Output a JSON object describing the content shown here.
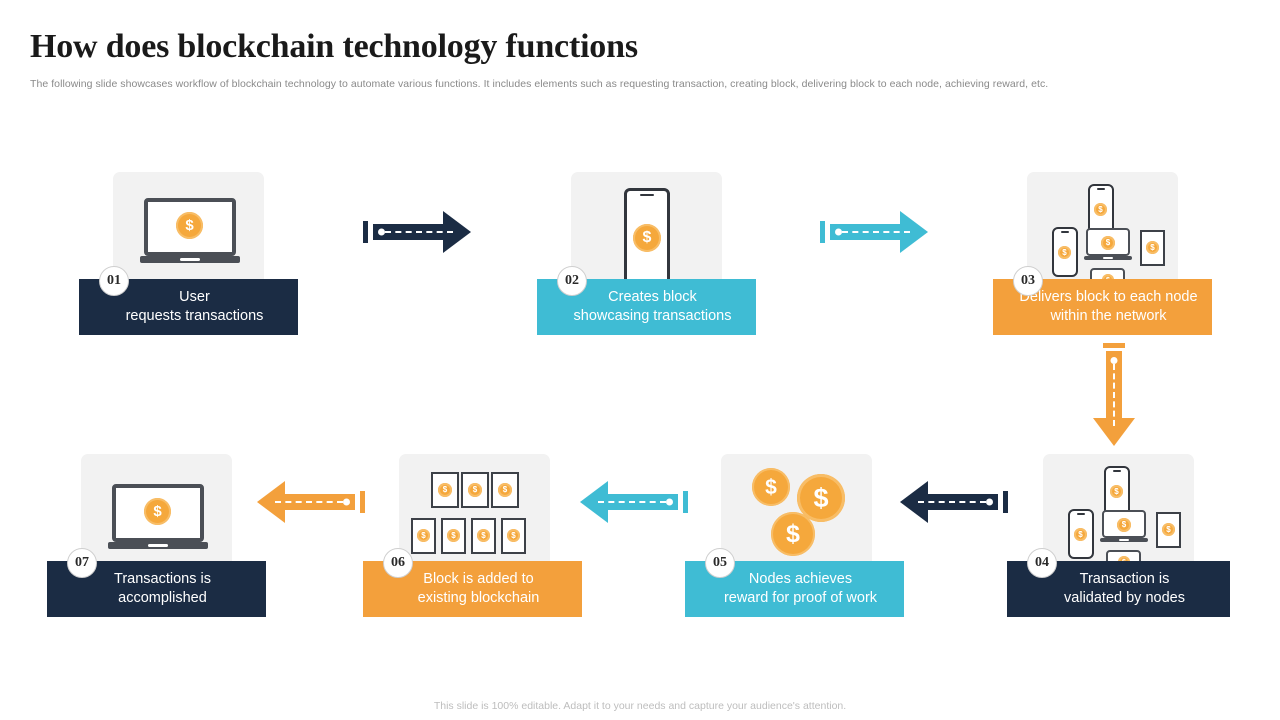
{
  "header": {
    "title": "How does blockchain technology functions",
    "subtitle": "The following slide showcases workflow of blockchain technology to automate various functions. It includes elements such as requesting transaction, creating block, delivering block to each node, achieving reward, etc."
  },
  "colors": {
    "navy": "#1b2c44",
    "cyan": "#3fbcd4",
    "orange": "#f3a03c",
    "art_bg": "#f2f2f2",
    "coin": "#f5a83c",
    "title": "#1a1a1a",
    "subtitle": "#8a8a8a",
    "footer": "#bdbdbd"
  },
  "steps": [
    {
      "number": "01",
      "line1": "User",
      "line2": "requests transactions",
      "color_name": "navy",
      "icon": "laptop-coin-icon"
    },
    {
      "number": "02",
      "line1": "Creates block",
      "line2": "showcasing transactions",
      "color_name": "cyan",
      "icon": "tablet-coin-icon"
    },
    {
      "number": "03",
      "line1": "Delivers block to each node",
      "line2": "within the network",
      "color_name": "orange",
      "icon": "device-network-icon"
    },
    {
      "number": "04",
      "line1": "Transaction is",
      "line2": "validated by nodes",
      "color_name": "navy",
      "icon": "device-network-icon"
    },
    {
      "number": "05",
      "line1": "Nodes achieves",
      "line2": "reward for proof of work",
      "color_name": "cyan",
      "icon": "coins-icon"
    },
    {
      "number": "06",
      "line1": "Block is added to",
      "line2": "existing blockchain",
      "color_name": "orange",
      "icon": "block-grid-icon"
    },
    {
      "number": "07",
      "line1": "Transactions is",
      "line2": "accomplished",
      "color_name": "navy",
      "icon": "laptop-coin-icon"
    }
  ],
  "arrows": [
    {
      "name": "arrow-step1-to-step2",
      "direction": "right",
      "color_name": "navy"
    },
    {
      "name": "arrow-step2-to-step3",
      "direction": "right",
      "color_name": "cyan"
    },
    {
      "name": "arrow-step3-to-step4",
      "direction": "down",
      "color_name": "orange"
    },
    {
      "name": "arrow-step4-to-step5",
      "direction": "left",
      "color_name": "navy"
    },
    {
      "name": "arrow-step5-to-step6",
      "direction": "left",
      "color_name": "cyan"
    },
    {
      "name": "arrow-step6-to-step7",
      "direction": "left",
      "color_name": "orange"
    }
  ],
  "coin_symbol": "$",
  "footer": {
    "note": "This slide is 100% editable. Adapt it to your needs and capture your audience's attention."
  }
}
